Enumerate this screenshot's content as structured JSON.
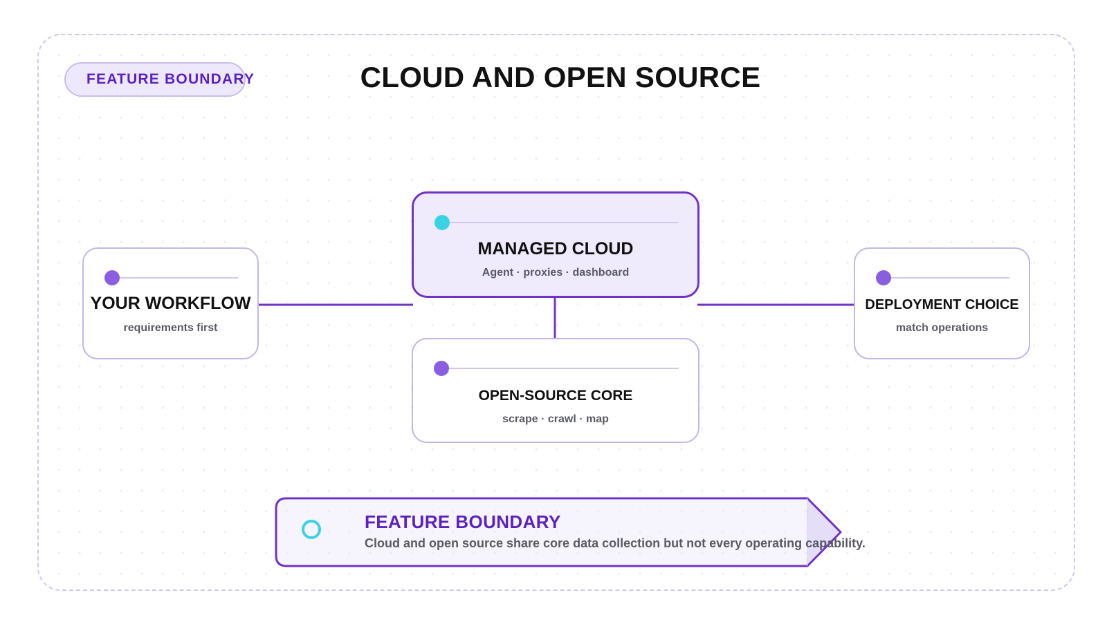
{
  "badge": {
    "label": "FEATURE BOUNDARY"
  },
  "title": "CLOUD AND OPEN SOURCE",
  "nodes": {
    "workflow": {
      "title": "YOUR WORKFLOW",
      "subtitle": "requirements first"
    },
    "cloud": {
      "title": "MANAGED CLOUD",
      "subtitle": "Agent · proxies · dashboard"
    },
    "core": {
      "title": "OPEN-SOURCE CORE",
      "subtitle": "scrape · crawl · map"
    },
    "deployment": {
      "title": "DEPLOYMENT CHOICE",
      "subtitle": "match operations"
    }
  },
  "callout": {
    "title": "FEATURE BOUNDARY",
    "text": "Cloud and open source share core data collection but not every operating capability."
  },
  "colors": {
    "accent": "#7033c6",
    "accent_light": "#efebfc",
    "border_light": "#c3b6e6",
    "dot_purple": "#8a5ee0",
    "dot_cyan": "#3ad3e6",
    "badge_text": "#5a23c0"
  },
  "icons": {
    "node_marker": "filled-circle-icon",
    "callout_marker": "ring-icon"
  }
}
